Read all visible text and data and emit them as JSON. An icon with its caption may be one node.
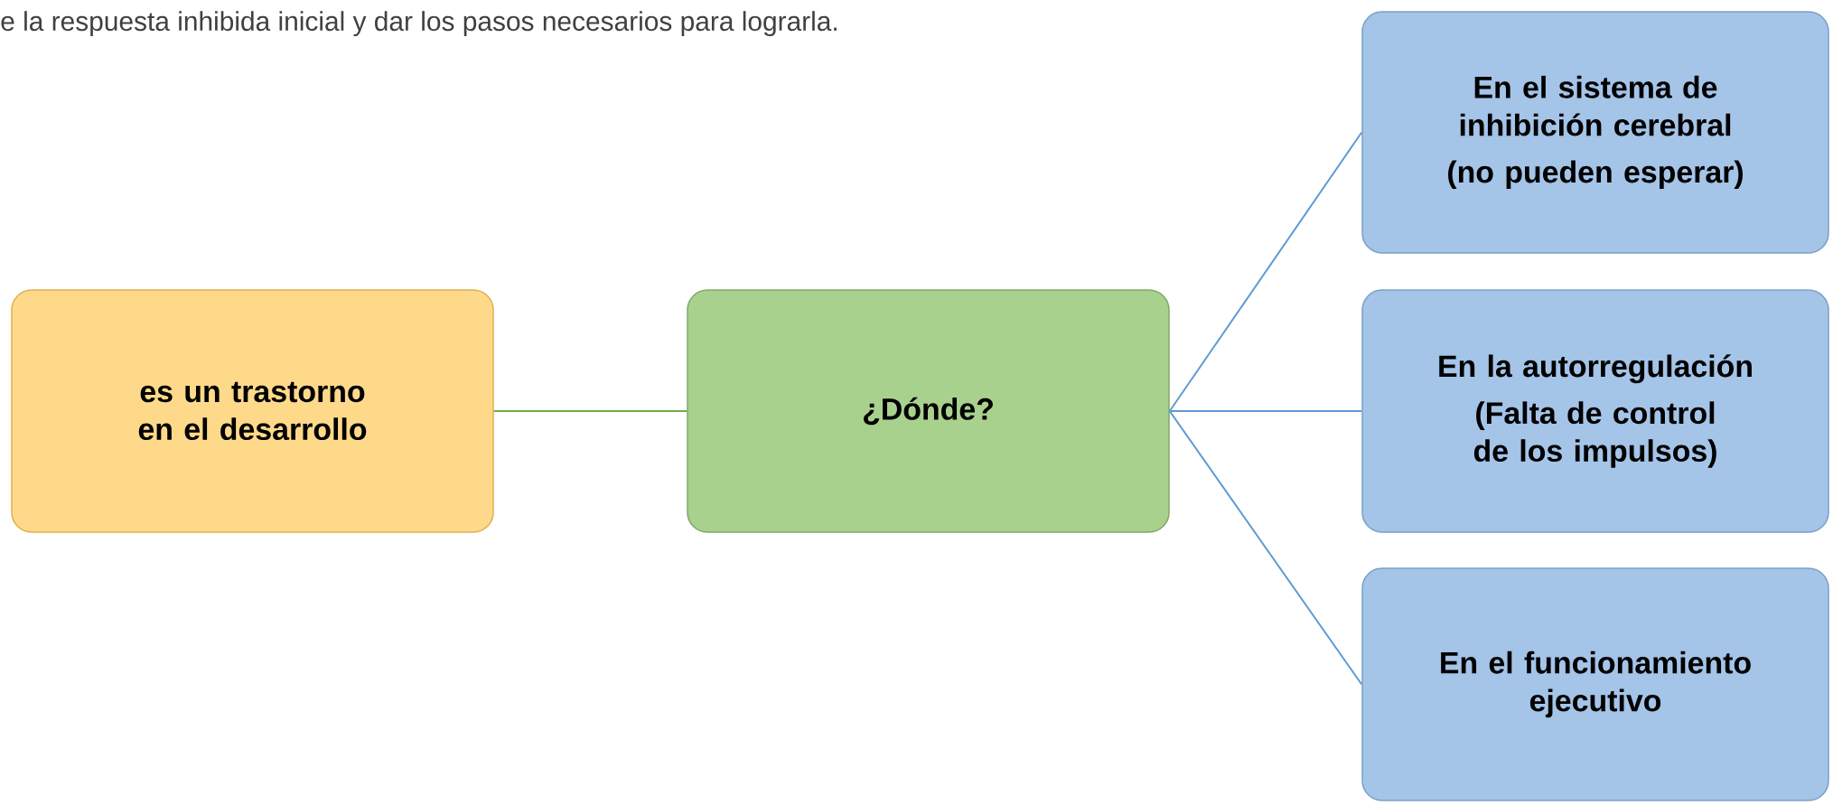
{
  "diagram": {
    "nodes": [
      {
        "text": [
          "es un trastorno en el desarrollo"
        ]
      },
      {
        "text": [
          "¿Dónde?"
        ]
      },
      {
        "text": [
          "En el sistema de inhibición cerebral",
          "(no pueden esperar)"
        ]
      },
      {
        "text": [
          "En la autorregulación",
          "(Falta de control de los impulsos)"
        ]
      },
      {
        "text": [
          "En el funcionamiento ejecutivo"
        ]
      }
    ],
    "edges": [
      {
        "from": 0,
        "to": 1,
        "arrow": "none",
        "color": "#70ad47"
      },
      {
        "from": 1,
        "to": 2,
        "arrow": "none"
      },
      {
        "from": 1,
        "to": 3,
        "arrow": "none"
      },
      {
        "from": 1,
        "to": 4,
        "arrow": "none"
      }
    ],
    "labels": [
      "e la respuesta inhibida inicial y dar los pasos necesarios para lograrla."
    ]
  }
}
